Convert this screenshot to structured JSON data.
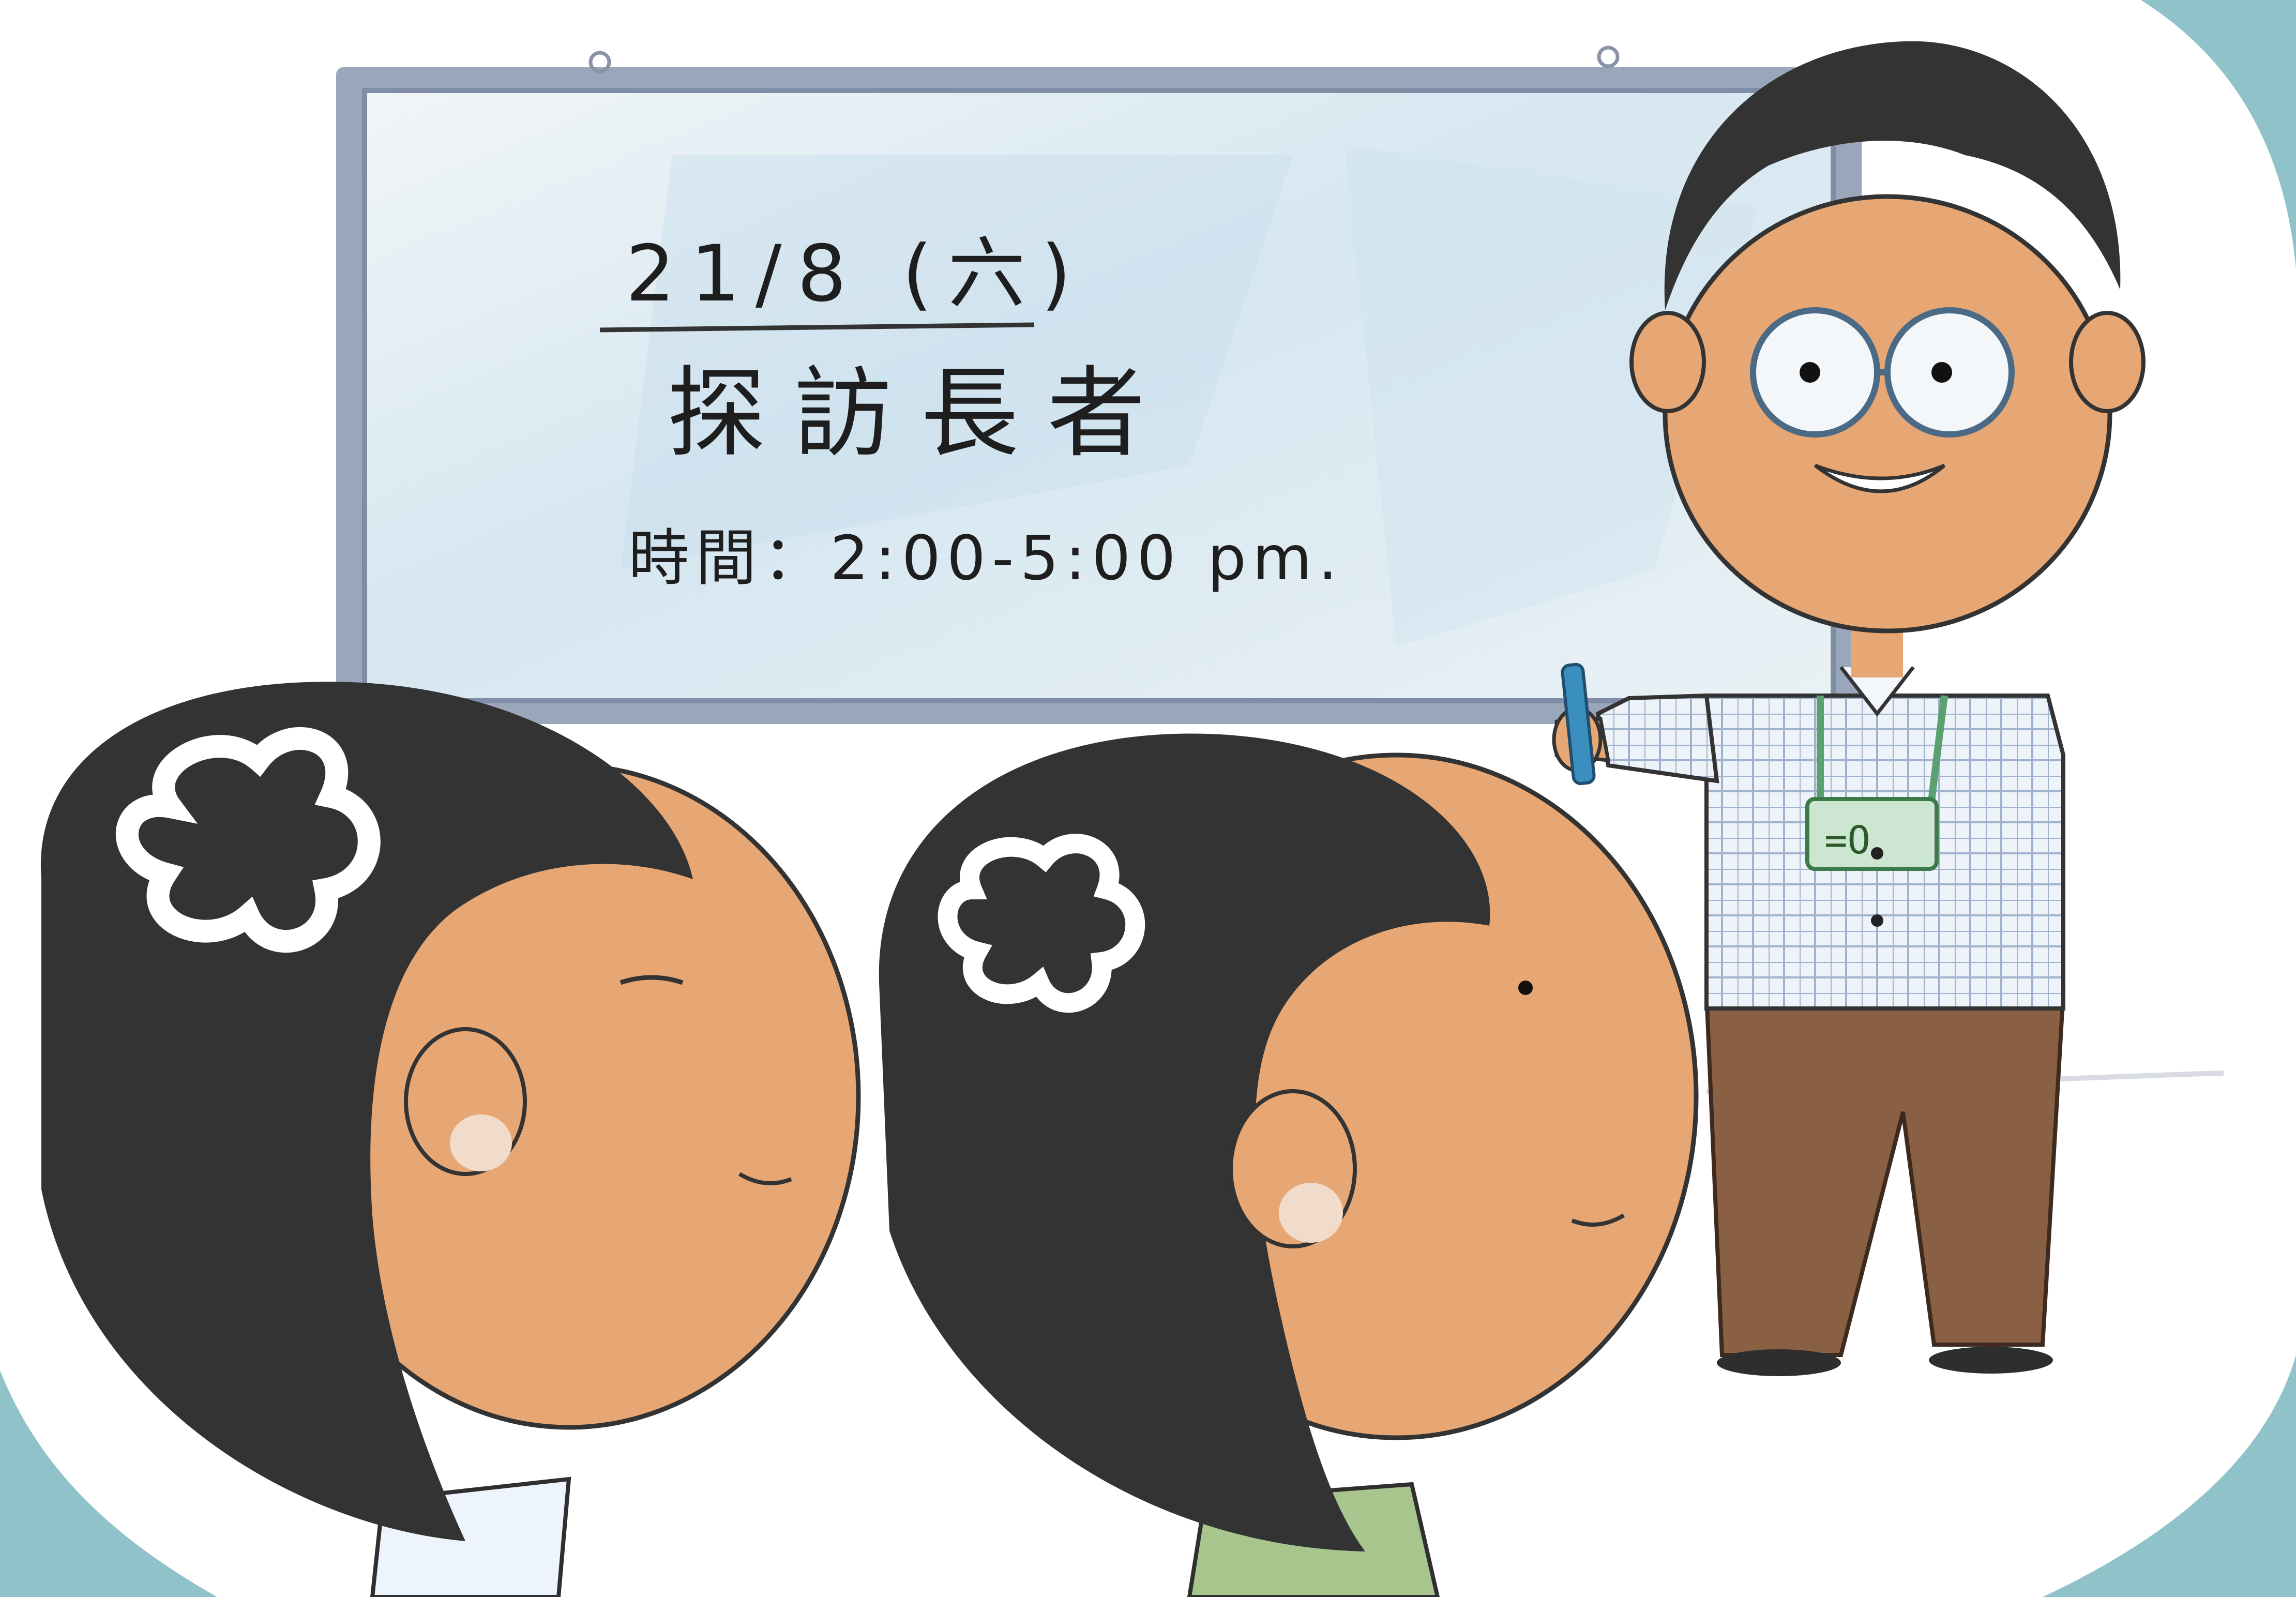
{
  "whiteboard": {
    "date": "21/8 (六)",
    "title": "探訪長者",
    "time": "時間：2:00-5:00 pm."
  },
  "badge": {
    "text": "=O"
  },
  "colors": {
    "frame_teal": "#8fc3c9",
    "board_fill": "#dcebf2",
    "board_frame": "#8c9ab0",
    "hair": "#333333",
    "skin": "#e6a774",
    "shirt_plaid": "#e6eef8",
    "trousers": "#8a6044",
    "lanyard": "#5aa070"
  },
  "icons": [
    "whiteboard-illustration",
    "teacher-illustration",
    "student-girl-illustration",
    "student-boy-illustration",
    "marker-pen-icon",
    "id-badge-icon"
  ]
}
